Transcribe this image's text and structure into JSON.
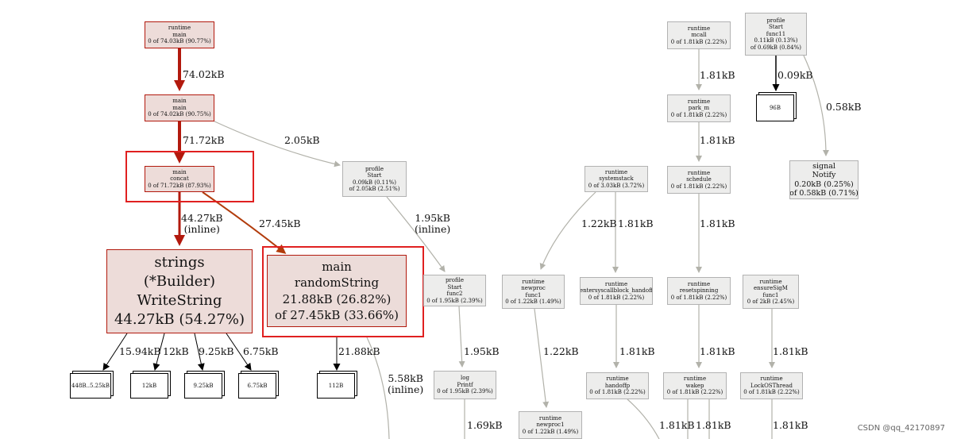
{
  "nodes": {
    "runtime_main": [
      "runtime",
      "main",
      "0 of 74.03kB (90.77%)"
    ],
    "main_main": [
      "main",
      "main",
      "0 of 74.02kB (90.75%)"
    ],
    "main_concat": [
      "main",
      "concat",
      "0 of 71.72kB (87.93%)"
    ],
    "strings_writestring": [
      "strings",
      "(*Builder)",
      "WriteString",
      "44.27kB (54.27%)"
    ],
    "main_randomstring": [
      "main",
      "randomString",
      "21.88kB (26.82%)",
      "of 27.45kB (33.66%)"
    ],
    "profile_start_func2_top": [
      "profile",
      "Start",
      "0.09kB (0.11%)",
      "of 2.05kB (2.51%)"
    ],
    "profile_start_func2": [
      "profile",
      "Start",
      "func2",
      "0 of 1.95kB (2.39%)"
    ],
    "log_printf": [
      "log",
      "Printf",
      "0 of 1.95kB (2.39%)"
    ],
    "runtime_systemstack": [
      "runtime",
      "systemstack",
      "0 of 3.03kB (3.72%)"
    ],
    "runtime_newproc_func1": [
      "runtime",
      "newproc",
      "func1",
      "0 of 1.22kB (1.49%)"
    ],
    "runtime_newproc1": [
      "runtime",
      "newproc1",
      "0 of 1.22kB (1.49%)"
    ],
    "runtime_entersyscallblock_handoff": [
      "runtime",
      "entersyscallblock_handoff",
      "0 of 1.81kB (2.22%)"
    ],
    "runtime_handoffp": [
      "runtime",
      "handoffp",
      "0 of 1.81kB (2.22%)"
    ],
    "runtime_mcall": [
      "runtime",
      "mcall",
      "0 of 1.81kB (2.22%)"
    ],
    "runtime_park_m": [
      "runtime",
      "park_m",
      "0 of 1.81kB (2.22%)"
    ],
    "runtime_schedule": [
      "runtime",
      "schedule",
      "0 of 1.81kB (2.22%)"
    ],
    "runtime_resetspinning": [
      "runtime",
      "resetspinning",
      "0 of 1.81kB (2.22%)"
    ],
    "runtime_wakep": [
      "runtime",
      "wakep",
      "0 of 1.81kB (2.22%)"
    ],
    "runtime_ensuresigm_func1": [
      "runtime",
      "ensureSigM",
      "func1",
      "0 of 2kB (2.45%)"
    ],
    "runtime_lockosthread": [
      "runtime",
      "LockOSThread",
      "0 of 1.81kB (2.22%)"
    ],
    "profile_start_func11": [
      "profile",
      "Start",
      "func11",
      "0.11kB (0.13%)",
      "of 0.69kB (0.84%)"
    ],
    "signal_notify": [
      "signal",
      "Notify",
      "0.20kB (0.25%)",
      "of 0.58kB (0.71%)"
    ]
  },
  "blocks": {
    "b448": "448B..5.25kB",
    "b12k": "12kB",
    "b925": "9.25kB",
    "b675": "6.75kB",
    "b112": "112B",
    "b96": "96B"
  },
  "edges": {
    "e_rm_mm": "74.02kB",
    "e_mm_mc": "71.72kB",
    "e_mm_ps": "2.05kB",
    "e_mc_sw": [
      "44.27kB",
      "(inline)"
    ],
    "e_mc_rs": "27.45kB",
    "e_ps_pf2": [
      "1.95kB",
      "(inline)"
    ],
    "e_sw_448": "15.94kB",
    "e_sw_12": "12kB",
    "e_sw_925": "9.25kB",
    "e_sw_675": "6.75kB",
    "e_rs_112": "21.88kB",
    "e_rs_out": [
      "5.58kB",
      "(inline)"
    ],
    "e_pf2_log": "1.95kB",
    "e_log_out": "1.69kB",
    "e_ss_np": "1.22kB",
    "e_ss_eh": "1.81kB",
    "e_np_np1": "1.22kB",
    "e_eh_ho": "1.81kB",
    "e_mcall_park": "1.81kB",
    "e_park_sched": "1.81kB",
    "e_sched_reset": "1.81kB",
    "e_reset_wake": "1.81kB",
    "e_wake_out": "1.81kB",
    "e_ho_out": "1.81kB",
    "e_es_lock": "1.81kB",
    "e_lock_out": "1.81kB",
    "e_f11_96": "0.09kB",
    "e_f11_sig": "0.58kB"
  },
  "watermark": "CSDN @qq_42170897",
  "colors": {
    "hot_edge": "#b2190d",
    "warm_edge": "#b23c0c",
    "cold_edge": "#b2b2aa",
    "highlight": "#e02020"
  }
}
